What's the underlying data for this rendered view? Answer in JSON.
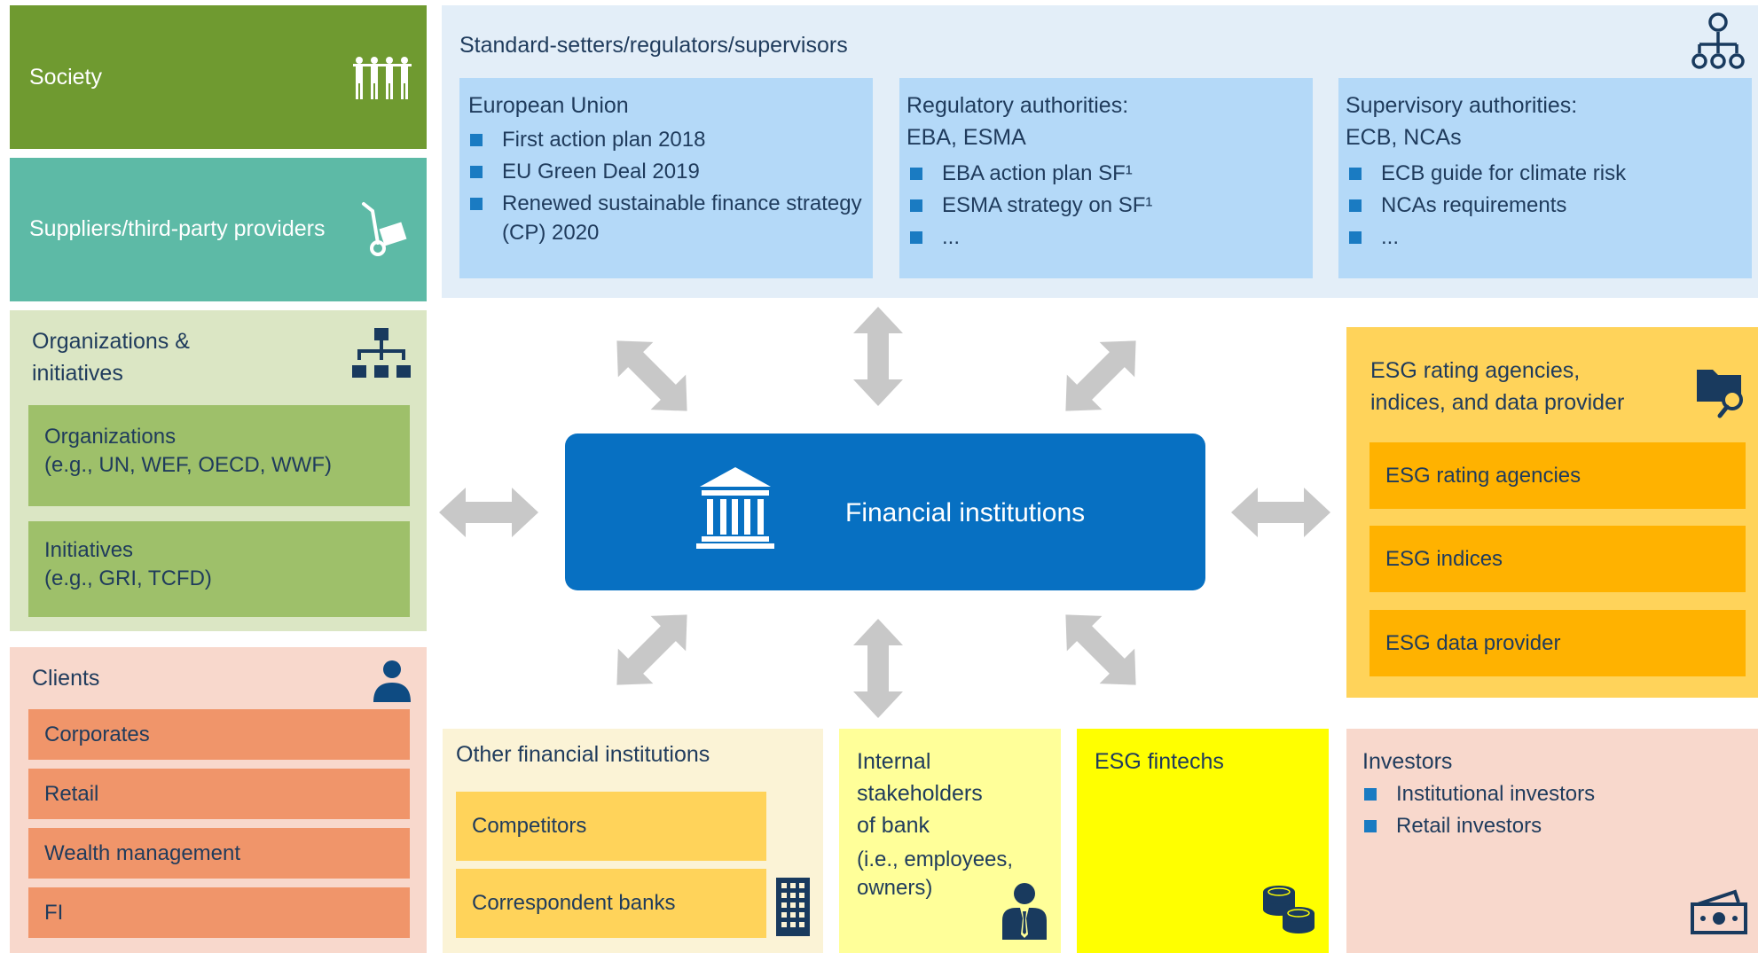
{
  "society": {
    "label": "Society"
  },
  "suppliers": {
    "label": "Suppliers/third-party providers"
  },
  "organizations": {
    "title_line1": "Organizations &",
    "title_line2": "initiatives",
    "orgs_line1": "Organizations",
    "orgs_line2": "(e.g., UN, WEF, OECD, WWF)",
    "init_line1": "Initiatives",
    "init_line2": "(e.g., GRI, TCFD)"
  },
  "clients": {
    "title": "Clients",
    "items": [
      "Corporates",
      "Retail",
      "Wealth management",
      "FI"
    ]
  },
  "regulators": {
    "title": "Standard-setters/regulators/supervisors",
    "eu": {
      "title": "European Union",
      "items": [
        "First action plan 2018",
        "EU Green Deal 2019",
        "Renewed sustainable finance strategy",
        "(CP) 2020"
      ]
    },
    "reg": {
      "title_line1": "Regulatory authorities:",
      "title_line2": "EBA, ESMA",
      "items": [
        "EBA action plan SF¹",
        "ESMA strategy on SF¹",
        "..."
      ]
    },
    "sup": {
      "title_line1": "Supervisory authorities:",
      "title_line2": "ECB, NCAs",
      "items": [
        "ECB guide for climate risk",
        "NCAs requirements",
        "..."
      ]
    }
  },
  "center": {
    "label": "Financial institutions"
  },
  "esg_providers": {
    "title_line1": "ESG rating agencies,",
    "title_line2": "indices, and data provider",
    "items": [
      "ESG rating agencies",
      "ESG indices",
      "ESG data provider"
    ]
  },
  "other_fi": {
    "title": "Other financial institutions",
    "items": [
      "Competitors",
      "Correspondent banks"
    ]
  },
  "internal": {
    "lines": [
      "Internal",
      "stakeholders",
      "of bank"
    ],
    "note_line1": "(i.e., employees,",
    "note_line2": "owners)"
  },
  "fintechs": {
    "label": "ESG fintechs"
  },
  "investors": {
    "title": "Investors",
    "items": [
      "Institutional investors",
      "Retail investors"
    ]
  },
  "colors": {
    "society": "#6f9a30",
    "suppliers": "#5dbaa6",
    "orgs_bg": "#dbe6c4",
    "orgs_box": "#9ec06a",
    "clients_bg": "#f8d8cc",
    "clients_box": "#f0956a",
    "reg_bg": "#e3eef8",
    "reg_box": "#b4d9f8",
    "center": "#0770c2",
    "esg_bg": "#ffd35a",
    "esg_box": "#ffb200",
    "other_bg": "#fbf3d6",
    "other_box": "#ffd35a",
    "internal": "#ffff99",
    "fintech": "#ffff00",
    "arrow": "#c8c8c8"
  }
}
